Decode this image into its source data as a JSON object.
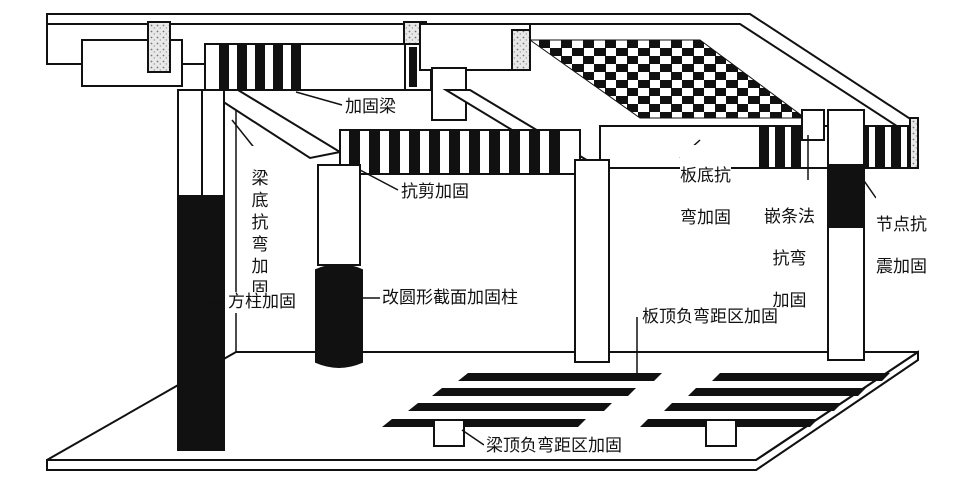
{
  "labels": {
    "beam_strengthening": "加固梁",
    "beam_bottom_flexural": "梁底抗弯加固",
    "shear_strengthening": "抗剪加固",
    "slab_bottom_flexural": "板底抗弯加固",
    "embedded_strip_flexural": "嵌条法抗弯加固",
    "joint_seismic": "节点抗震加固",
    "square_column": "方柱加固",
    "round_section_column": "改圆形截面加固柱",
    "slab_top_negative_moment": "板顶负弯距区加固",
    "beam_top_negative_moment": "梁顶负弯距区加固"
  },
  "split_labels": {
    "slab_bottom_flexural": [
      "板底抗",
      "弯加固"
    ],
    "embedded_strip_flexural": [
      "嵌条法",
      "抗弯",
      "加固"
    ],
    "joint_seismic": [
      "节点抗",
      "震加固"
    ]
  },
  "colors": {
    "outline": "#111111",
    "fill": "#ffffff",
    "frp": "#111111",
    "concrete": "#d9d9d9"
  }
}
